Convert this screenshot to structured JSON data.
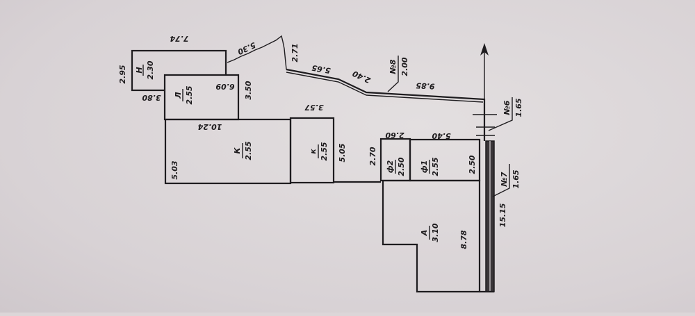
{
  "plan": {
    "rooms": {
      "h": {
        "letter": "Н",
        "height": "2.30"
      },
      "l": {
        "letter": "Л",
        "height": "2.55"
      },
      "k_big": {
        "letter": "К",
        "height": "2.55"
      },
      "k_small": {
        "letter": "к",
        "height": "2.55"
      },
      "f2": {
        "letter": "ф2",
        "height": "2.50"
      },
      "f1": {
        "letter": "ф1",
        "height": "2.55"
      },
      "a": {
        "letter": "А",
        "height": "3.10"
      }
    },
    "dimensions": {
      "h_top": "7.74",
      "h_left": "2.95",
      "h_bottom": "3.80",
      "l_top": "6.09",
      "l_right": "3.50",
      "k_top": "10.24",
      "k_left": "5.03",
      "ks_top": "3.57",
      "ks_right": "5.05",
      "f_left": "2.70",
      "f2_top": "2.60",
      "f1_top": "5.40",
      "f1_right": "2.50",
      "a_right": "8.78",
      "wall_length": "15.15",
      "fence_1": "5.30",
      "fence_2": "2.71",
      "fence_3": "5.65",
      "fence_4": "2.40",
      "fence_5": "9.85"
    },
    "callouts": {
      "n8": {
        "number": "№8",
        "value": "2.00"
      },
      "n6": {
        "number": "№6",
        "value": "1.65"
      },
      "n7": {
        "number": "№7",
        "value": "1.65"
      }
    }
  }
}
